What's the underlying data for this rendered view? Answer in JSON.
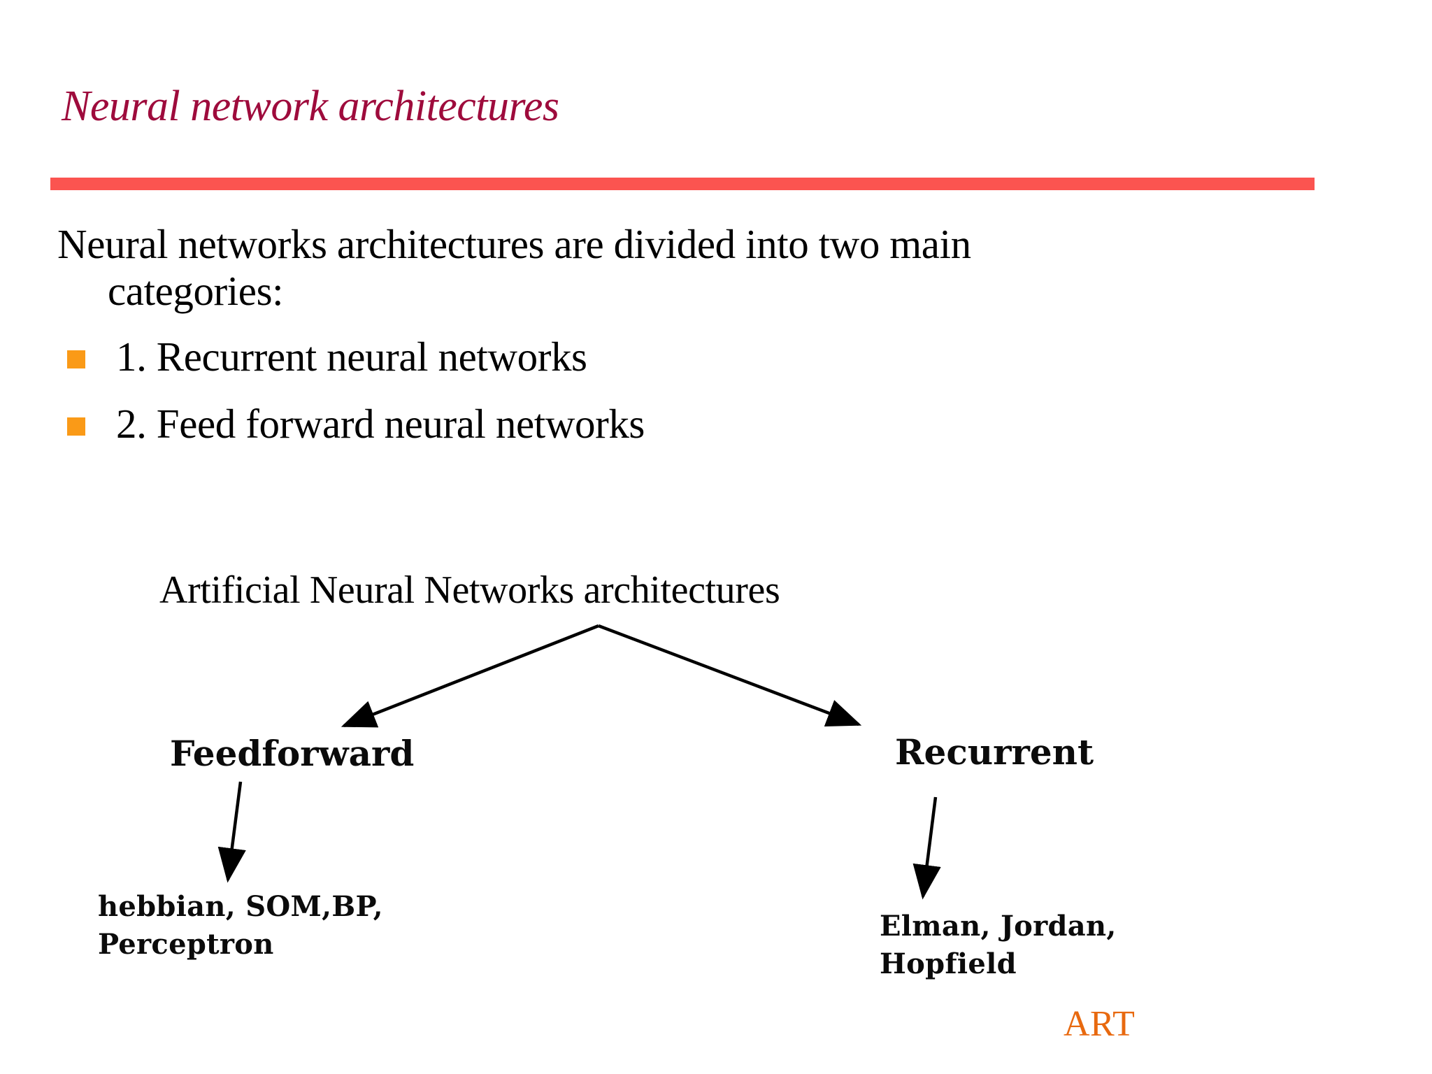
{
  "slide": {
    "title": "Neural network architectures",
    "title_color": "#9e0b3c",
    "rule_color": "#fb5450",
    "background": "#ffffff"
  },
  "body": {
    "lead_line_1": "Neural networks architectures are divided into two main",
    "lead_line_2": "categories:",
    "bullet_color": "#fa9a17",
    "bullets": [
      {
        "label": "1. Recurrent neural networks"
      },
      {
        "label": "2. Feed forward neural networks"
      }
    ]
  },
  "diagram": {
    "root_label": "Artificial Neural Networks architectures",
    "branches": [
      {
        "label": "Feedforward",
        "leaf_line_1": "hebbian, SOM,BP,",
        "leaf_line_2": "Perceptron"
      },
      {
        "label": "Recurrent",
        "leaf_line_1": "Elman, Jordan,",
        "leaf_line_2": "Hopfield"
      }
    ],
    "stroke_color": "#000000"
  },
  "footer": {
    "mark": "ART",
    "mark_color": "#e8690f"
  }
}
